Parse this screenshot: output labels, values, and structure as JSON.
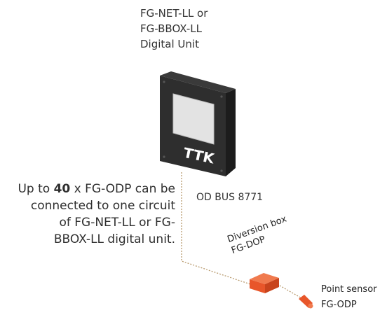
{
  "unit": {
    "line1": "FG-NET-LL or",
    "line2": "FG-BBOX-LL",
    "line3": "Digital Unit",
    "logo_text": "TTK"
  },
  "note": {
    "prefix": "Up to ",
    "count": "40",
    "line1_suffix": " x FG-ODP can be",
    "line2": "connected to one circuit",
    "line3": "of FG-NET-LL or FG-",
    "line4": "BBOX-LL digital unit."
  },
  "bus": {
    "label": "OD BUS 8771"
  },
  "diversion_box": {
    "line1": "Diversion box",
    "line2": "FG-DOP"
  },
  "point_sensor": {
    "line1": "Point sensor",
    "line2": "FG-ODP"
  },
  "colors": {
    "cable": "#b89a6e",
    "box": "#2b2b2b",
    "orange": "#e8562a"
  }
}
